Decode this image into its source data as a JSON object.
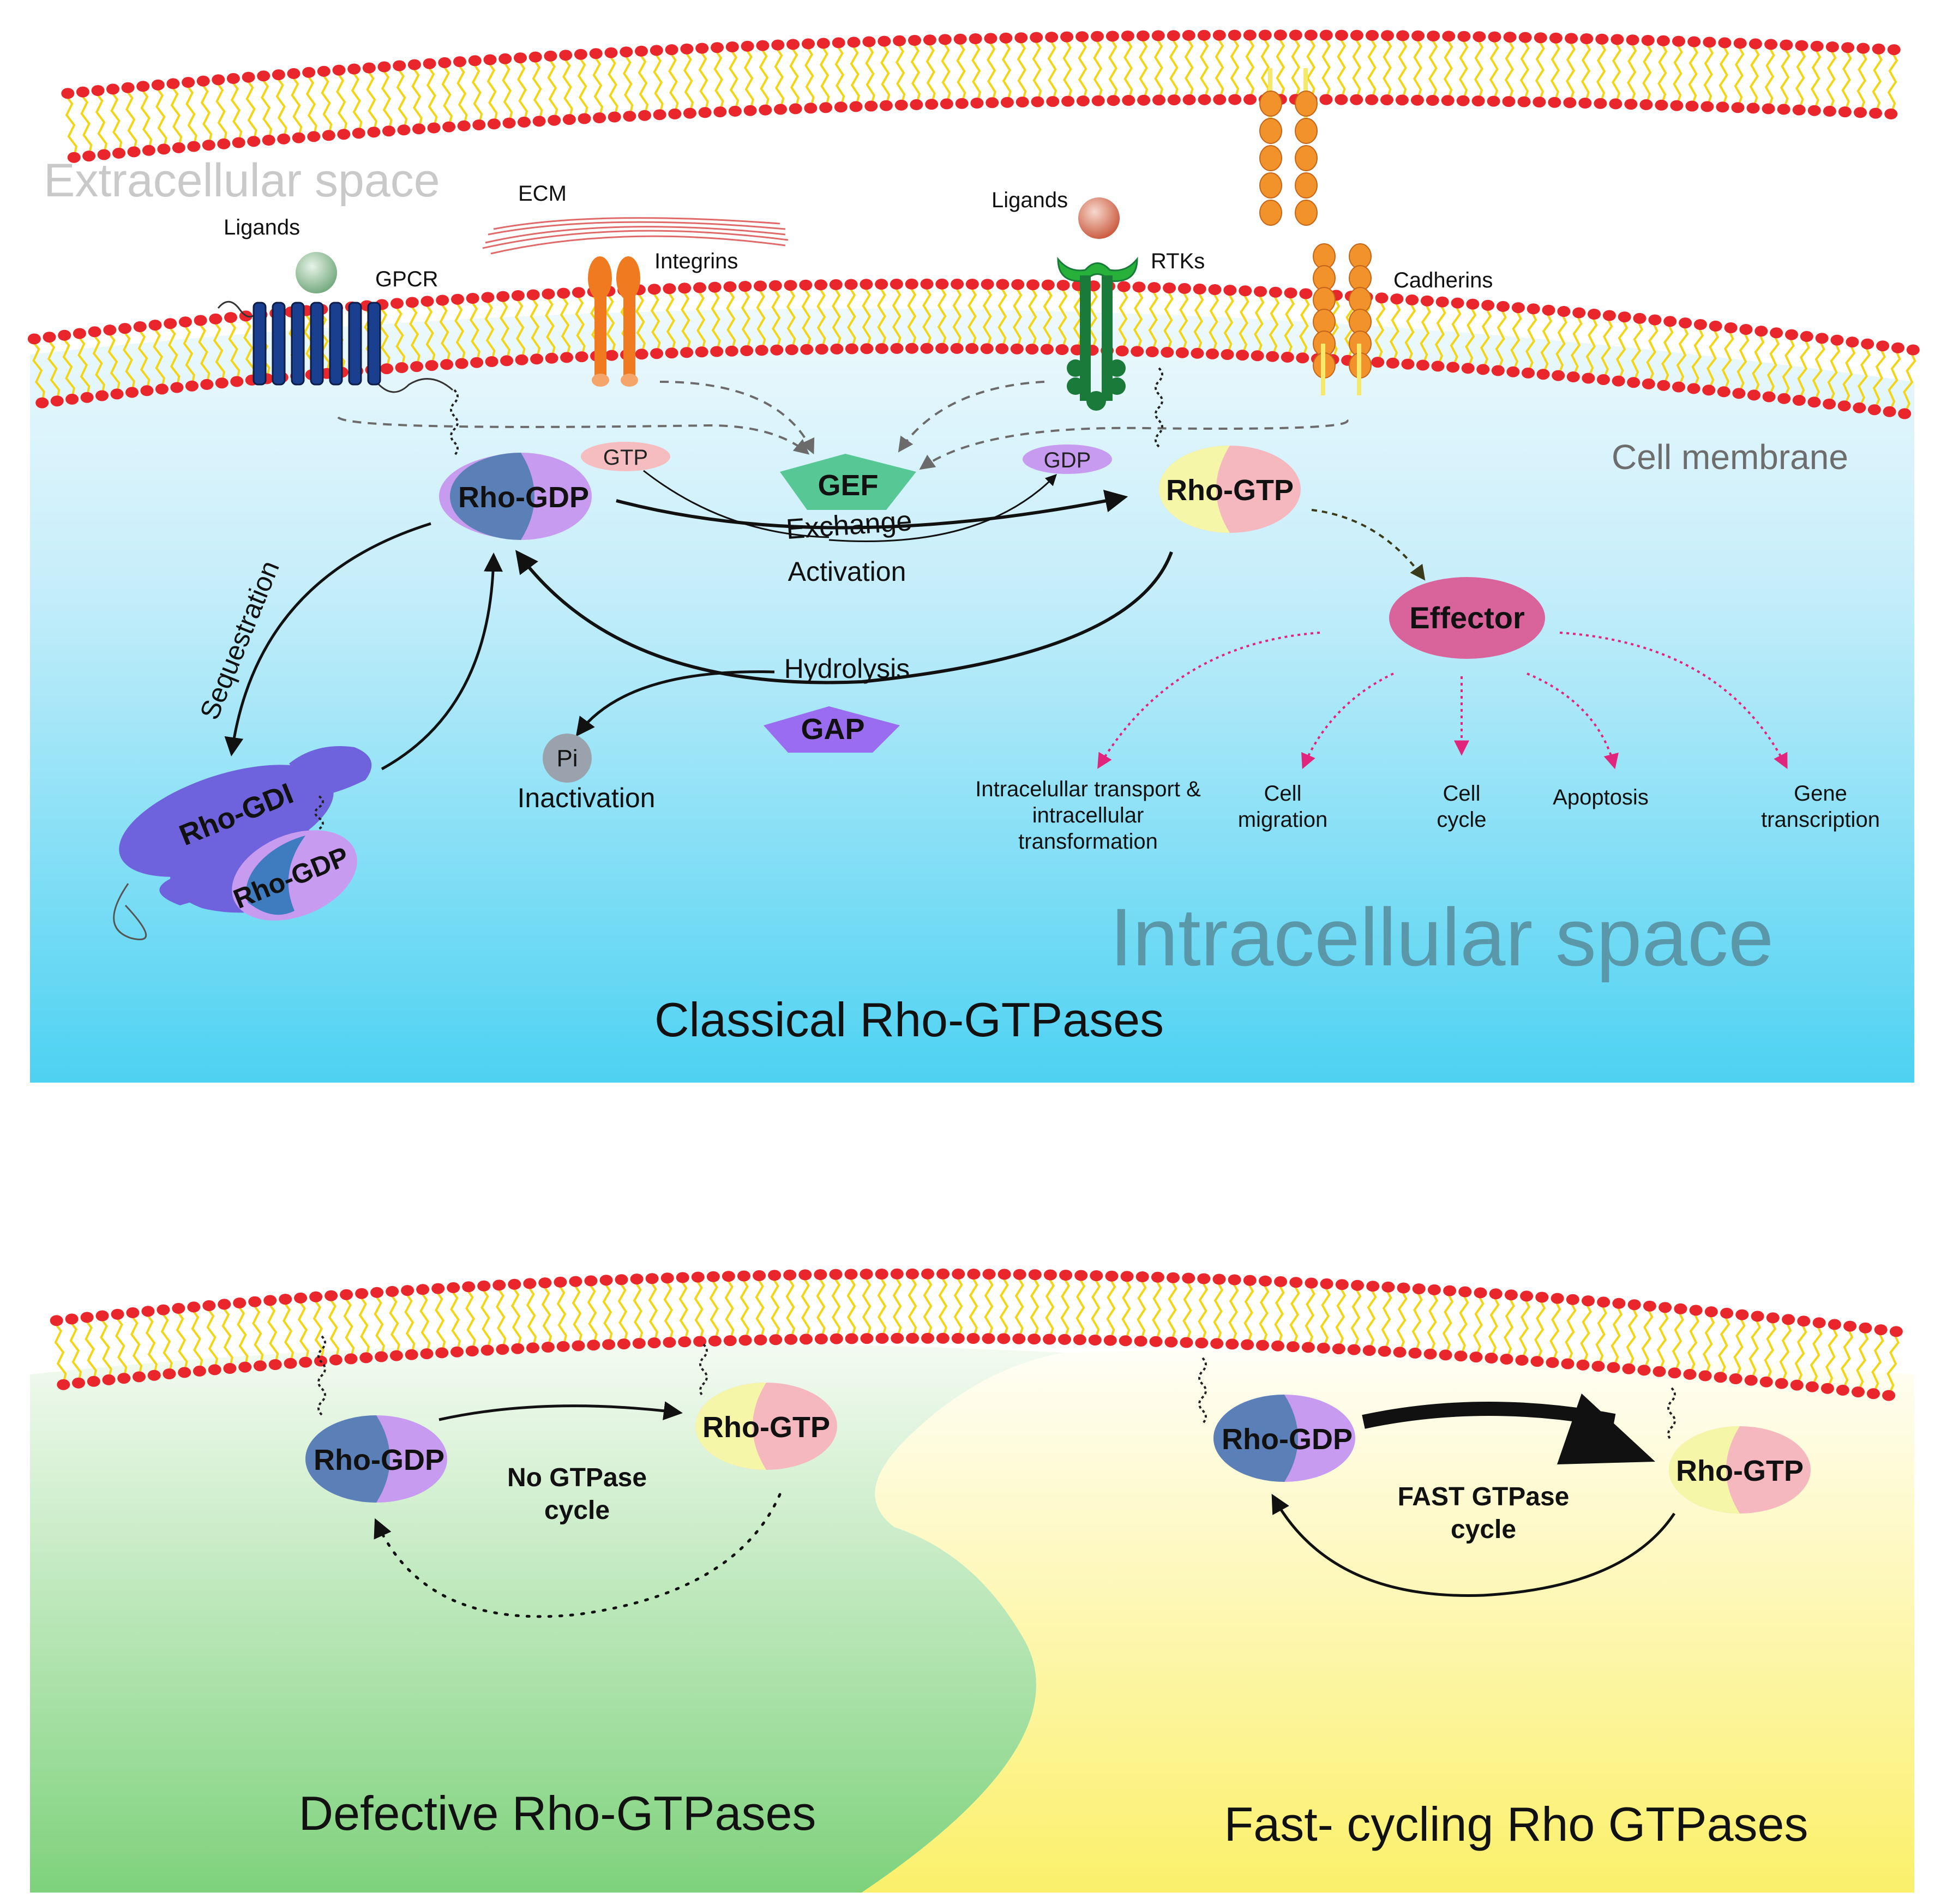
{
  "colors": {
    "membrane_head": "#e8262b",
    "membrane_tail": "#f2d516",
    "intracellular_top": "#eef9fd",
    "intracellular_bottom": "#4dd2f2",
    "defective_top": "#f4fbf2",
    "defective_bottom": "#7ed27c",
    "fast_top": "#fffef6",
    "fast_bottom": "#fbf06a",
    "rho_gdp_blue": "#5b80b8",
    "rho_gdp_purple": "#c79cf0",
    "rho_gtp_yellow": "#f6f6a8",
    "rho_gtp_pink": "#f5b8bf",
    "gef_green": "#58c796",
    "gap_purple": "#9a6cf0",
    "effector_pink": "#d9649b",
    "gpcr_blue": "#1b3f8f",
    "integrin_orange": "#f07a1f",
    "rtk_green": "#1a7a3a",
    "cadherin_orange": "#f2922a",
    "pink_arrow": "#e2257c"
  },
  "top_panel": {
    "extracellular_label": "Extracellular space",
    "cell_membrane_label": "Cell membrane",
    "intracellular_label": "Intracellular space",
    "title": "Classical Rho-GTPases",
    "receptors": {
      "ligands_left": "Ligands",
      "gpcr": "GPCR",
      "ecm": "ECM",
      "integrins": "Integrins",
      "ligands_right": "Ligands",
      "rtks": "RTKs",
      "cadherins": "Cadherins"
    },
    "cycle": {
      "rho_gdp": "Rho-GDP",
      "rho_gtp": "Rho-GTP",
      "gtp": "GTP",
      "gdp": "GDP",
      "gef": "GEF",
      "exchange": "Exchange",
      "activation": "Activation",
      "hydrolysis": "Hydrolysis",
      "gap": "GAP",
      "pi": "Pi",
      "inactivation": "Inactivation",
      "sequestration": "Sequestration",
      "rho_gdi": "Rho-GDI",
      "rho_gdp_bound": "Rho-GDP"
    },
    "effector": "Effector",
    "outcomes": [
      [
        "Intracelullar transport &",
        "intracellular",
        "transformation"
      ],
      [
        "Cell",
        "migration"
      ],
      [
        "Cell",
        "cycle"
      ],
      [
        "Apoptosis"
      ],
      [
        "Gene",
        "transcription"
      ]
    ]
  },
  "bottom_panel": {
    "defective": {
      "rho_gdp": "Rho-GDP",
      "rho_gtp": "Rho-GTP",
      "cycle_line1": "No GTPase",
      "cycle_line2": "cycle",
      "title": "Defective Rho-GTPases"
    },
    "fast": {
      "rho_gdp": "Rho-GDP",
      "rho_gtp": "Rho-GTP",
      "cycle_line1": "FAST GTPase",
      "cycle_line2": "cycle",
      "title": "Fast- cycling Rho GTPases"
    }
  }
}
